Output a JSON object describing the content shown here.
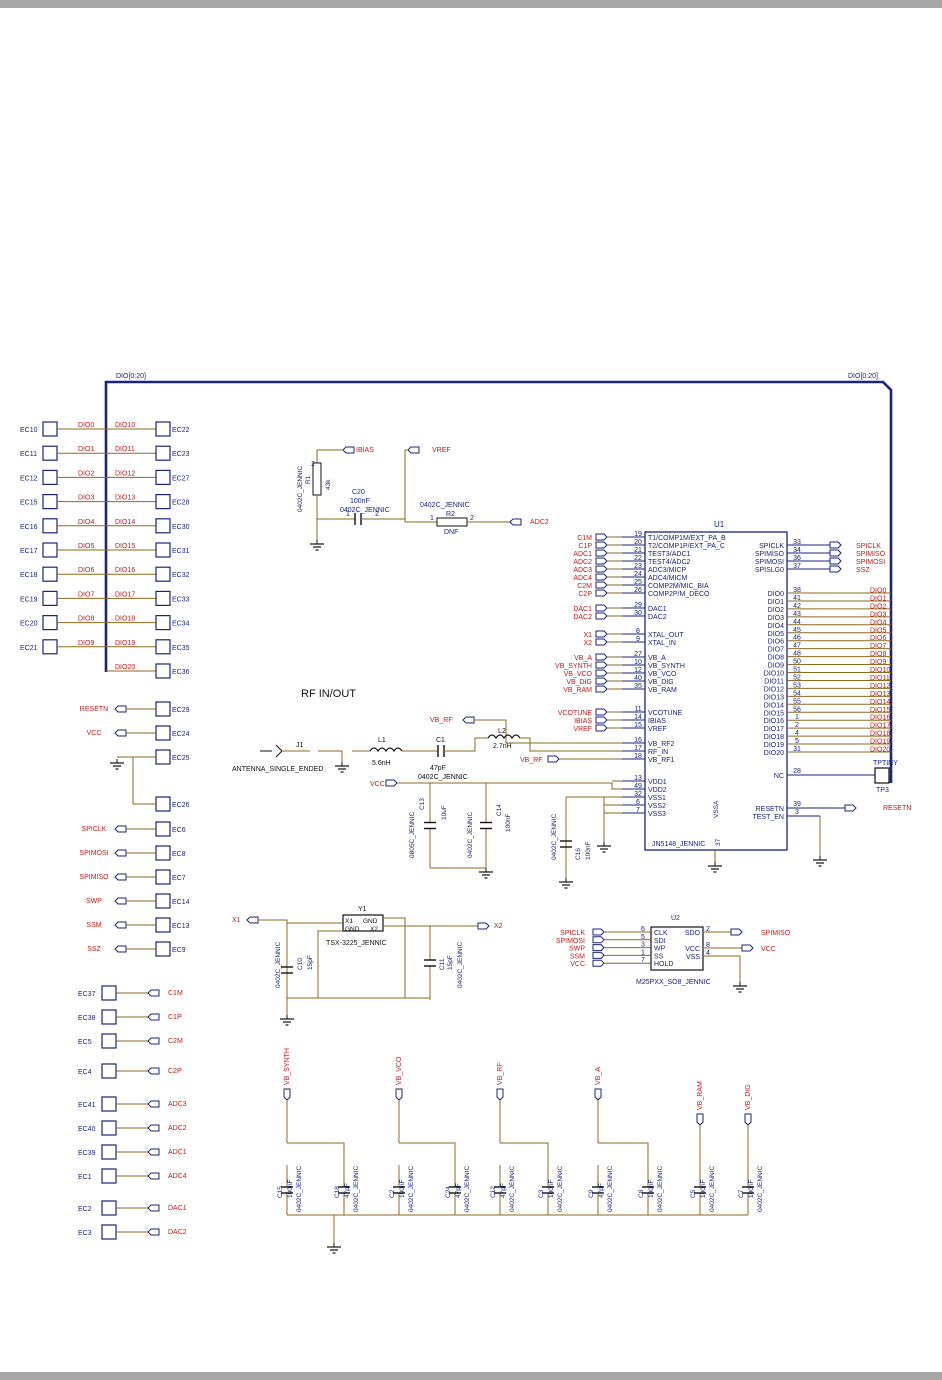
{
  "bus": {
    "label_left": "DIO[0:20]",
    "label_right": "DIO[0:20]"
  },
  "left_connectors": [
    {
      "ec": "EC10",
      "dio": "DIO0"
    },
    {
      "ec": "EC11",
      "dio": "DIO1"
    },
    {
      "ec": "EC12",
      "dio": "DIO2"
    },
    {
      "ec": "EC15",
      "dio": "DIO3"
    },
    {
      "ec": "EC16",
      "dio": "DIO4"
    },
    {
      "ec": "EC17",
      "dio": "DIO5"
    },
    {
      "ec": "EC18",
      "dio": "DIO6"
    },
    {
      "ec": "EC19",
      "dio": "DIO7"
    },
    {
      "ec": "EC20",
      "dio": "DIO8"
    },
    {
      "ec": "EC21",
      "dio": "DIO9"
    }
  ],
  "right_connectors": [
    {
      "dio": "DIO10",
      "ec": "EC22"
    },
    {
      "dio": "DIO11",
      "ec": "EC23"
    },
    {
      "dio": "DIO12",
      "ec": "EC27"
    },
    {
      "dio": "DIO13",
      "ec": "EC28"
    },
    {
      "dio": "DIO14",
      "ec": "EC30"
    },
    {
      "dio": "DIO15",
      "ec": "EC31"
    },
    {
      "dio": "DIO16",
      "ec": "EC32"
    },
    {
      "dio": "DIO17",
      "ec": "EC33"
    },
    {
      "dio": "DIO18",
      "ec": "EC34"
    },
    {
      "dio": "DIO19",
      "ec": "EC35"
    },
    {
      "dio": "DIO20",
      "ec": "EC36"
    }
  ],
  "signal_connectors": [
    {
      "net": "RESETN",
      "ec": "EC29"
    },
    {
      "net": "VCC",
      "ec": "EC24"
    },
    {
      "net": "",
      "ec": "EC25"
    },
    {
      "net": "",
      "ec": "EC26"
    },
    {
      "net": "SPICLK",
      "ec": "EC6"
    },
    {
      "net": "SPIMOSI",
      "ec": "EC8"
    },
    {
      "net": "SPIMISO",
      "ec": "EC7"
    },
    {
      "net": "SWP",
      "ec": "EC14"
    },
    {
      "net": "SSM",
      "ec": "EC13"
    },
    {
      "net": "SSZ",
      "ec": "EC9"
    }
  ],
  "analog_connectors": [
    {
      "ec": "EC37",
      "net": "C1M"
    },
    {
      "ec": "EC38",
      "net": "C1P"
    },
    {
      "ec": "EC5",
      "net": "C2M"
    },
    {
      "ec": "EC4",
      "net": "C2P"
    },
    {
      "ec": "EC41",
      "net": "ADC3"
    },
    {
      "ec": "EC40",
      "net": "ADC2"
    },
    {
      "ec": "EC39",
      "net": "ADC1"
    },
    {
      "ec": "EC1",
      "net": "ADC4"
    },
    {
      "ec": "EC2",
      "net": "DAC1"
    },
    {
      "ec": "EC3",
      "net": "DAC2"
    }
  ],
  "u1": {
    "ref": "U1",
    "part": "JN5148_JENNIC",
    "pin37": "37",
    "vssa": "VSSA",
    "left_pins": [
      {
        "net": "C1M",
        "num": "19",
        "name": "T1/COMP1M/EXT_PA_B"
      },
      {
        "net": "C1P",
        "num": "20",
        "name": "T2/COMP1P/EXT_PA_C"
      },
      {
        "net": "ADC1",
        "num": "21",
        "name": "TEST3/ADC1"
      },
      {
        "net": "ADC2",
        "num": "22",
        "name": "TEST4/ADC2"
      },
      {
        "net": "ADC3",
        "num": "23",
        "name": "ADC3/MICP"
      },
      {
        "net": "ADC4",
        "num": "24",
        "name": "ADC4/MICM"
      },
      {
        "net": "C2M",
        "num": "25",
        "name": "COMP2M/MIC_BIA"
      },
      {
        "net": "C2P",
        "num": "26",
        "name": "COMP2P/M_DECO"
      },
      {
        "net": "DAC1",
        "num": "29",
        "name": "DAC1"
      },
      {
        "net": "DAC2",
        "num": "30",
        "name": "DAC2"
      },
      {
        "net": "X1",
        "num": "8",
        "name": "XTAL_OUT"
      },
      {
        "net": "X2",
        "num": "9",
        "name": "XTAL_IN"
      },
      {
        "net": "VB_A",
        "num": "27",
        "name": "VB_A"
      },
      {
        "net": "VB_SYNTH",
        "num": "10",
        "name": "VB_SYNTH"
      },
      {
        "net": "VB_VCO",
        "num": "12",
        "name": "VB_VCO"
      },
      {
        "net": "VB_DIG",
        "num": "40",
        "name": "VB_DIG"
      },
      {
        "net": "VB_RAM",
        "num": "35",
        "name": "VB_RAM"
      },
      {
        "net": "VCOTUNE",
        "num": "11",
        "name": "VCOTUNE"
      },
      {
        "net": "IBIAS",
        "num": "14",
        "name": "IBIAS"
      },
      {
        "net": "VREF",
        "num": "15",
        "name": "VREF"
      },
      {
        "net": "",
        "num": "16",
        "name": "VB_RF2"
      },
      {
        "net": "",
        "num": "17",
        "name": "RF_IN"
      },
      {
        "net": "",
        "num": "18",
        "name": "VB_RF1"
      },
      {
        "net": "",
        "num": "13",
        "name": "VDD1"
      },
      {
        "net": "",
        "num": "49",
        "name": "VDD2"
      },
      {
        "net": "",
        "num": "32",
        "name": "VSS1"
      },
      {
        "net": "",
        "num": "6",
        "name": "VSS2"
      },
      {
        "net": "",
        "num": "7",
        "name": "VSS3"
      }
    ],
    "spi_pins": [
      {
        "name": "SPICLK",
        "num": "33",
        "net": "SPICLK"
      },
      {
        "name": "SPIMISO",
        "num": "34",
        "net": "SPIMISO"
      },
      {
        "name": "SPIMOSI",
        "num": "36",
        "net": "SPIMOSI"
      },
      {
        "name": "SPISLG0",
        "num": "37",
        "net": "SSZ"
      }
    ],
    "dio_pins": [
      {
        "name": "DIO0",
        "num": "38",
        "net": "DIO0"
      },
      {
        "name": "DIO1",
        "num": "41",
        "net": "DIO1"
      },
      {
        "name": "DIO2",
        "num": "42",
        "net": "DIO2"
      },
      {
        "name": "DIO3",
        "num": "43",
        "net": "DIO3"
      },
      {
        "name": "DIO4",
        "num": "44",
        "net": "DIO4"
      },
      {
        "name": "DIO5",
        "num": "45",
        "net": "DIO5"
      },
      {
        "name": "DIO6",
        "num": "46",
        "net": "DIO6"
      },
      {
        "name": "DIO7",
        "num": "47",
        "net": "DIO7"
      },
      {
        "name": "DIO8",
        "num": "48",
        "net": "DIO8"
      },
      {
        "name": "DIO9",
        "num": "50",
        "net": "DIO9"
      },
      {
        "name": "DIO10",
        "num": "51",
        "net": "DIO10"
      },
      {
        "name": "DIO11",
        "num": "52",
        "net": "DIO11"
      },
      {
        "name": "DIO12",
        "num": "53",
        "net": "DIO12"
      },
      {
        "name": "DIO13",
        "num": "54",
        "net": "DIO13"
      },
      {
        "name": "DIO14",
        "num": "55",
        "net": "DIO14"
      },
      {
        "name": "DIO15",
        "num": "56",
        "net": "DIO15"
      },
      {
        "name": "DIO16",
        "num": "1",
        "net": "DIO16"
      },
      {
        "name": "DIO17",
        "num": "2",
        "net": "DIO17"
      },
      {
        "name": "DIO18",
        "num": "4",
        "net": "DIO18"
      },
      {
        "name": "DIO19",
        "num": "5",
        "net": "DIO19"
      },
      {
        "name": "DIO20",
        "num": "31",
        "net": "DIO20"
      }
    ],
    "nc": {
      "name": "NC",
      "num": "28"
    },
    "resetn": {
      "name": "RESETN",
      "num": "39",
      "net": "RESETN"
    },
    "test_en": {
      "name": "TEST_EN",
      "num": "3"
    }
  },
  "tp3": {
    "ref": "TP3",
    "part": "TPTINY"
  },
  "bias": {
    "ibias": "IBIAS",
    "vref": "VREF",
    "r1": "R1",
    "r1_val": "43k",
    "r1_fp": "0402C_JENNIC",
    "c20": "C20",
    "c20_val": "100nF",
    "c20_fp": "0402C_JENNIC",
    "r2": "R2",
    "r2_val": "DNF",
    "r2_fp": "0402C_JENNIC",
    "adc2": "ADC2",
    "pin1": "1",
    "pin2": "2"
  },
  "rf": {
    "title": "RF IN/OUT",
    "vb_rf": "VB_RF",
    "vb_rf2": "VB_RF",
    "j1": "J1",
    "j1_part": "ANTENNA_SINGLE_ENDED",
    "l1": "L1",
    "l1_val": "5.6nH",
    "c1": "C1",
    "c1_val": "47pF",
    "c1_fp": "0402C_JENNIC",
    "l2": "L2",
    "l2_val": "2.7nH"
  },
  "supply": {
    "vcc": "VCC",
    "c13": "C13",
    "c13_val": "10uF",
    "c13_fp": "0805C_JENNIC",
    "c14": "C14",
    "c14_val": "100nF",
    "c14_fp": "0402C_JENNIC",
    "c16": "C16",
    "c16_val": "100nF",
    "c16_fp": "0402C_JENNIC"
  },
  "crystal": {
    "x1": "X1",
    "x2": "X2",
    "y1": "Y1",
    "part": "TSX-3225_JENNIC",
    "pin_x1": "X1",
    "pin_gnd": "GND",
    "pin_gnd2": "GND",
    "pin_x2": "X2",
    "c10": "C10",
    "c10_val": "15pF",
    "c10_fp": "0402C_JENNIC",
    "c11": "C11",
    "c11_val": "15pF",
    "c11_fp": "0402C_JENNIC"
  },
  "flash": {
    "ref": "U2",
    "part": "M25PXX_SO8_JENNIC",
    "nets": [
      "SPICLK",
      "SPIMOSI",
      "SWP",
      "SSM",
      "VCC"
    ],
    "nums": [
      "6",
      "5",
      "3",
      "1",
      "7"
    ],
    "pins": [
      "CLK",
      "SDI",
      "WP",
      "SS",
      "HOLD"
    ],
    "r_pins": [
      "SDO",
      "VCC",
      "VSS"
    ],
    "r_nums": [
      "2",
      "8",
      "4"
    ],
    "r_nets": [
      "SPIMISO",
      "VCC"
    ]
  },
  "decoupling": {
    "rails": [
      "VB_SYNTH",
      "VB_VCO",
      "VB_RF",
      "VB_A",
      "VB_RAM",
      "VB_DIG"
    ],
    "caps": [
      {
        "ref": "C15",
        "val": "100nF",
        "fp": "0402C_JENNIC"
      },
      {
        "ref": "C18",
        "val": "47pF",
        "fp": "0402C_JENNIC"
      },
      {
        "ref": "C2",
        "val": "100nF",
        "fp": "0402C_JENNIC"
      },
      {
        "ref": "C24",
        "val": "47pF",
        "fp": "0402C_JENNIC"
      },
      {
        "ref": "C12",
        "val": "47pF",
        "fp": "0402C_JENNIC"
      },
      {
        "ref": "C3",
        "val": "100nF",
        "fp": "0402C_JENNIC"
      },
      {
        "ref": "C9",
        "val": "47pF",
        "fp": "0402C_JENNIC"
      },
      {
        "ref": "C8",
        "val": "100nF",
        "fp": "0402C_JENNIC"
      },
      {
        "ref": "C5",
        "val": "100nF",
        "fp": "0402C_JENNIC"
      },
      {
        "ref": "C7",
        "val": "100nF",
        "fp": "0402C_JENNIC"
      }
    ]
  }
}
